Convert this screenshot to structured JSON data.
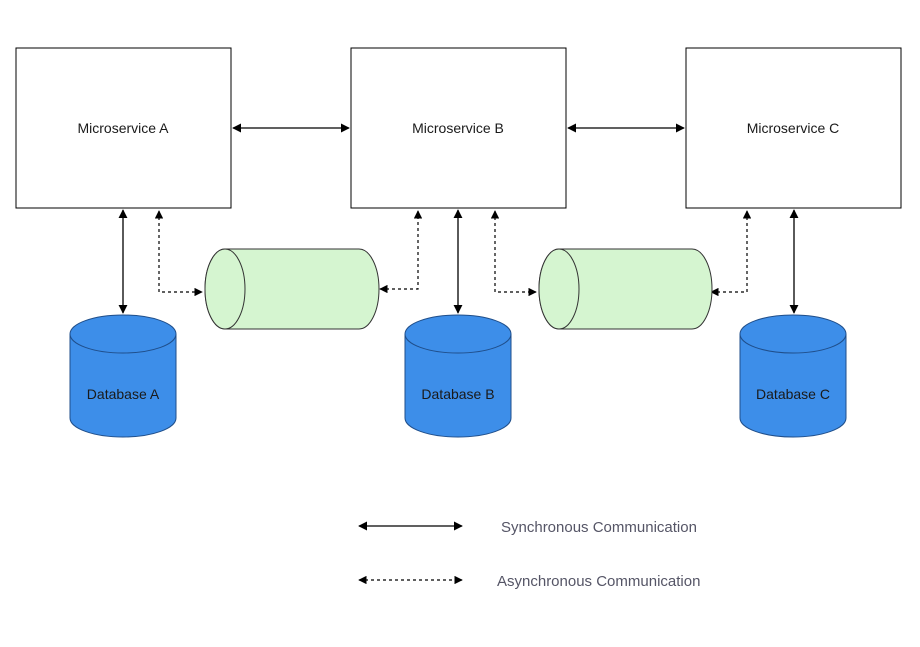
{
  "services": [
    {
      "id": "a",
      "label": "Microservice A"
    },
    {
      "id": "b",
      "label": "Microservice B"
    },
    {
      "id": "c",
      "label": "Microservice C"
    }
  ],
  "databases": [
    {
      "id": "a",
      "label": "Database A"
    },
    {
      "id": "b",
      "label": "Database B"
    },
    {
      "id": "c",
      "label": "Database C"
    }
  ],
  "queues": [
    {
      "id": "ab",
      "label": ""
    },
    {
      "id": "bc",
      "label": ""
    }
  ],
  "legend": {
    "sync_label": "Synchronous Communication",
    "async_label": "Asynchronous Communication"
  },
  "colors": {
    "service_fill": "#ffffff",
    "service_stroke": "#000000",
    "database_fill": "#3d8ee9",
    "database_stroke": "#1f4e8a",
    "queue_fill": "#d5f5d0",
    "queue_stroke": "#333333",
    "arrow": "#000000"
  }
}
